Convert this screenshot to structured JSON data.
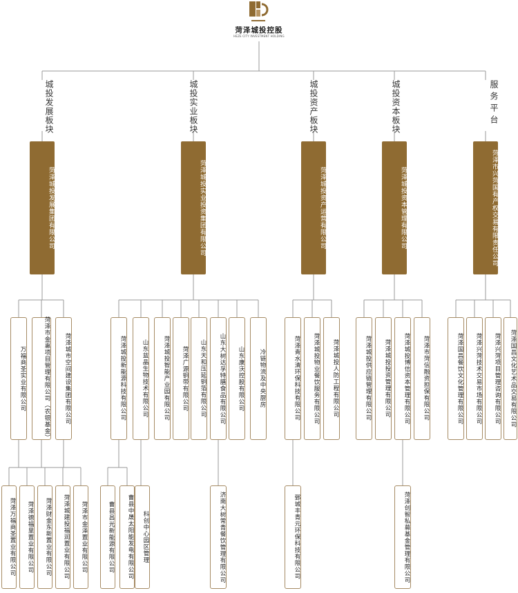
{
  "logo": {
    "name": "菏泽城投控股",
    "english": "HEZE CITY INVESTMENT HOLDING",
    "icon": "heze-city-investment-logo",
    "color": "#8f6b32"
  },
  "colors": {
    "accent": "#8f6b32",
    "line": "#999999",
    "border": "#a58a63"
  },
  "sections": [
    {
      "id": "s1",
      "label": "城投发展板块",
      "group": "菏泽城投发展集团有限公司",
      "children": [
        "万福商圣实业有限公司",
        "菏泽市金惠项目管理有限公司（农银基金）",
        "菏泽城市空间建设集团有限公司"
      ],
      "grandchildren": [
        "菏泽万福商圣置业有限公司",
        "菏泽德福里置业有限公司",
        "菏泽财金东新置业有限公司",
        "菏泽城建投福润置业有限公司",
        "菏泽市金泽置业有限公司"
      ]
    },
    {
      "id": "s2",
      "label": "城投实业板块",
      "group": "菏泽城投实业投资集团有限公司",
      "children": [
        "菏泽城投新能源科技有限公司",
        "山东蓝晶生物技术有限公司",
        "菏泽城投智能产业园有限公司",
        "菏泽广源铜带有限公司",
        "山东天和压延铜箔有限公司",
        "山东大树达孚特膳食品有限公司",
        "山东康沃控股有限公司",
        "冷链物流及中央厨房"
      ],
      "grandchildren": [
        "曹县昌光新能源有限公司",
        "曹县中晟太阳能发电有限公司",
        "科创中心园区管理",
        "济南大树常青餐饮管理有限公司"
      ]
    },
    {
      "id": "s3",
      "label": "城投资产板块",
      "group": "菏泽城投资产运营有限公司",
      "children": [
        "菏泽青水清环保科技有限公司",
        "菏泽城投物业餐饮服务有限公司",
        "菏泽城投人防工程有限公司"
      ],
      "grandchildren": [
        "鄄城丰青元环保科技有限公司"
      ]
    },
    {
      "id": "s4",
      "label": "城投资本板块",
      "group": "菏泽城投资本管理有限公司",
      "children": [
        "菏泽城投供应链管理有限公司",
        "菏泽城投投资管理有限公司",
        "菏泽城投博信资本管理有限公司",
        "菏泽市菏信融资担保有限公司"
      ],
      "grandchildren": [
        "菏泽创智私募基金管理有限公司"
      ]
    },
    {
      "id": "s5",
      "label": "服务平台",
      "group": "菏泽市兴菏国有产权交易有限责任公司",
      "children": [
        "菏泽国昌餐饮文化管理有限公司",
        "菏泽兴菏技术交易市场有限公司",
        "菏泽兴菏项目管理咨询有限公司",
        "菏泽国昌文化艺术品交易有限公司"
      ],
      "grandchildren": []
    }
  ]
}
